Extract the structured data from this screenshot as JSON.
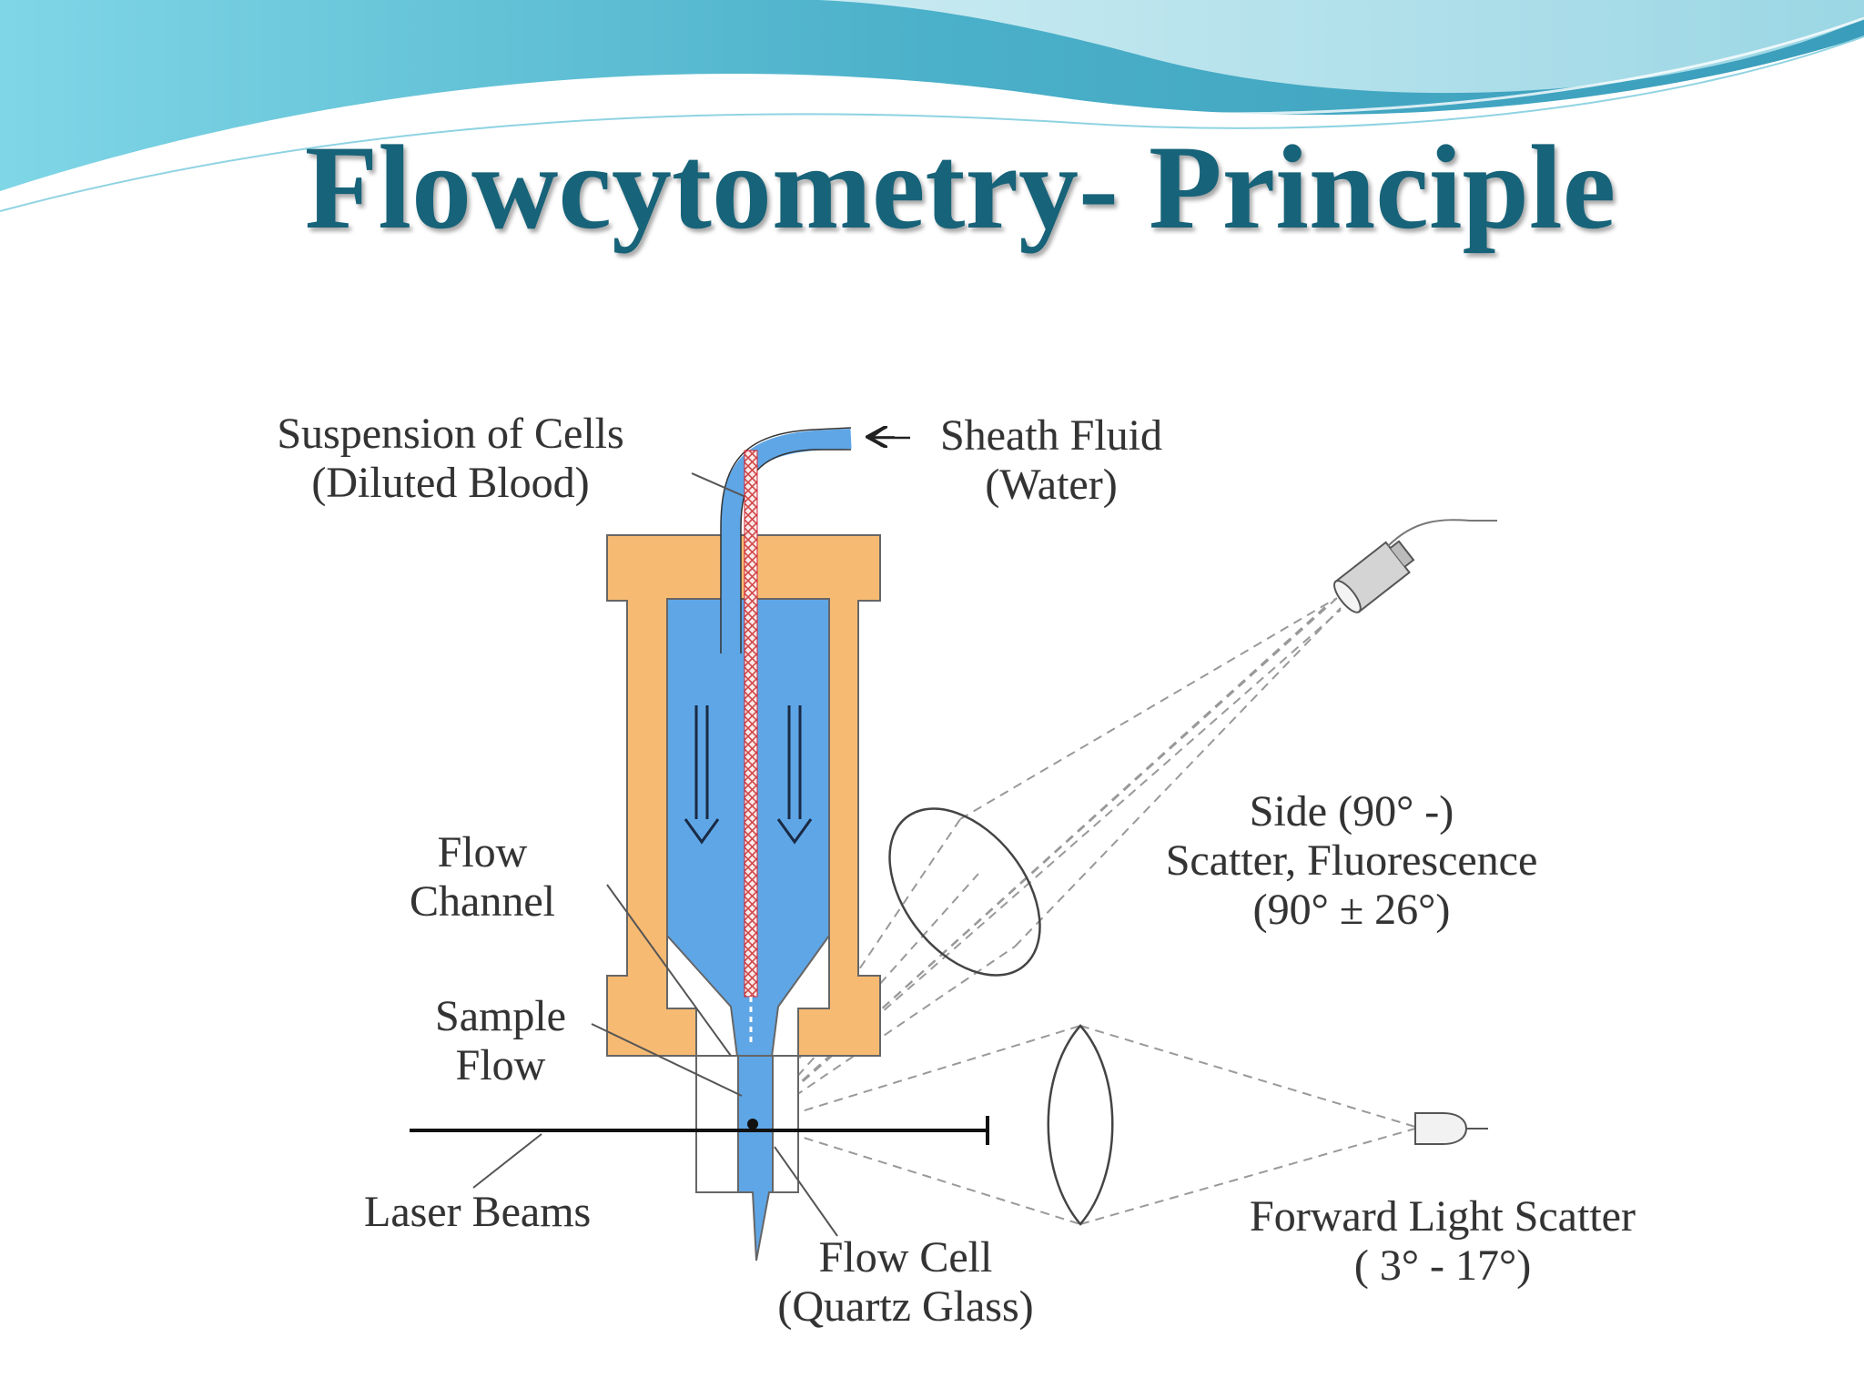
{
  "slide": {
    "title": "Flowcytometry- Principle"
  },
  "colors": {
    "title": "#176379",
    "chamber": "#f6ba73",
    "fluid": "#5fa6e6",
    "banner": "#68c6dd"
  },
  "labels": {
    "suspension": [
      "Suspension of Cells",
      "(Diluted Blood)"
    ],
    "sheath": [
      "Sheath Fluid",
      "(Water)"
    ],
    "flow_channel": [
      "Flow",
      "Channel"
    ],
    "sample_flow": [
      "Sample",
      "Flow"
    ],
    "laser": "Laser Beams",
    "flow_cell": [
      "Flow Cell",
      "(Quartz Glass)"
    ],
    "side": [
      "Side (90° -)",
      "Scatter, Fluorescence",
      "(90° ± 26°)"
    ],
    "forward": [
      "Forward Light Scatter",
      "( 3° - 17°)"
    ]
  },
  "icons": [
    "sheath-arrow-icon",
    "flow-arrow-icon",
    "lens-icon",
    "detector-icon"
  ]
}
